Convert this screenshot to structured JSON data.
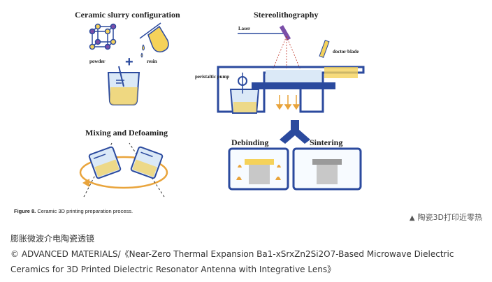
{
  "figure": {
    "panel_titles": {
      "slurry": "Ceramic slurry configuration",
      "stereo": "Stereolithography",
      "mixing": "Mixing and Defoaming",
      "debinding": "Debinding",
      "sintering": "Sintering"
    },
    "labels": {
      "powder": "powder",
      "resin": "resin",
      "plus": "+",
      "laser": "Laser",
      "doctor_blade": "doctor blade",
      "pump": "peristaltic pump"
    },
    "caption_label": "Figure 8.",
    "caption_text": "Ceramic 3D printing preparation process."
  },
  "credit": {
    "triangle": "▲",
    "text": "陶瓷3D打印近零热"
  },
  "source": {
    "line1": "膨胀微波介电陶瓷透镜",
    "line2": "© ADVANCED MATERIALS/《Near-Zero Thermal Expansion Ba1-xSrxZn2Si2O7-Based Microwave Dielectric",
    "line3": "Ceramics for 3D Printed Dielectric Resonator Antenna with Integrative Lens》"
  },
  "colors": {
    "blue": "#2b4a9e",
    "light_blue": "#dbe9f7",
    "yellow": "#f5d25a",
    "orange": "#e9a43b",
    "purple": "#7a4ea8",
    "gray": "#b5b5b5"
  }
}
